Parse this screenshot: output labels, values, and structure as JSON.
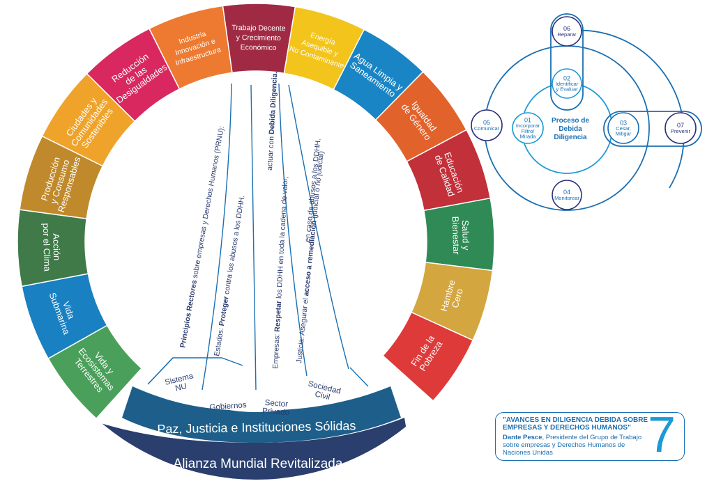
{
  "ods_wheel": {
    "segments": [
      {
        "lines": [
          "Trabajo Decente",
          "y Crecimiento",
          "Económico"
        ],
        "color": "#a02a44"
      },
      {
        "lines": [
          "Energía",
          "Asequible y",
          "No Contaminante"
        ],
        "color": "#f2c41c"
      },
      {
        "lines": [
          "Agua Limpia y",
          "Saneamiento"
        ],
        "color": "#1a85c5"
      },
      {
        "lines": [
          "Igualdad",
          "de Género"
        ],
        "color": "#e2622c"
      },
      {
        "lines": [
          "Educación",
          "de Calidad"
        ],
        "color": "#c2303a"
      },
      {
        "lines": [
          "Salud y",
          "Bienestar"
        ],
        "color": "#2f8a56"
      },
      {
        "lines": [
          "Hambre",
          "Cero"
        ],
        "color": "#d4a640"
      },
      {
        "lines": [
          "Fin de la",
          "Pobreza"
        ],
        "color": "#de3a3a"
      },
      {
        "lines": [
          "Vida y",
          "Ecosistemas",
          "Terrestres"
        ],
        "color": "#4aa05a"
      },
      {
        "lines": [
          "Vida",
          "Submarina"
        ],
        "color": "#1980c2"
      },
      {
        "lines": [
          "Acción",
          "por el Clima"
        ],
        "color": "#3f7a48"
      },
      {
        "lines": [
          "Producción",
          "y Consumo",
          "Responsables"
        ],
        "color": "#c08a2c"
      },
      {
        "lines": [
          "Ciudades y",
          "Comunidades",
          "Sostenibles"
        ],
        "color": "#f0a32a"
      },
      {
        "lines": [
          "Reducción",
          "de las",
          "Desigualdades"
        ],
        "color": "#d8285f"
      },
      {
        "lines": [
          "Industria",
          "Innovación e",
          "Infraestructura"
        ],
        "color": "#ed7a30"
      }
    ],
    "band_paz": {
      "label": "Paz, Justicia e Instituciones Sólidas",
      "color": "#1d5f8a"
    },
    "band_alianza": {
      "label": "Alianza Mundial Revitalizada",
      "color": "#2a3f6e"
    }
  },
  "inner": {
    "line1": {
      "bold": "Principios Rectores",
      "rest": " sobre empresas y Derechos Humanos (PRNU):"
    },
    "line2": {
      "pre": "Estados: ",
      "bold": "Proteger",
      "rest": " contra los abusos a los DDHH."
    },
    "line3a": {
      "pre": "actuar con ",
      "bold": "Debida Diligencia."
    },
    "line3b": {
      "pre": "Empresas: ",
      "bold": "Respetar",
      "rest": " los DDHH en toda la cadena de valor;"
    },
    "line4a": {
      "pre": "Justicia: Asegurar el ",
      "bold": "acceso a remediación",
      "rest": " (judicial o no judicial)"
    },
    "line4b": {
      "text": "en caso de abusos a los DDHH."
    },
    "actors": [
      {
        "lines": [
          "Sistema",
          "NU"
        ]
      },
      {
        "lines": [
          "Gobiernos"
        ]
      },
      {
        "lines": [
          "Sector",
          "Privado"
        ]
      },
      {
        "lines": [
          "Sociedad",
          "Civil"
        ]
      }
    ]
  },
  "due_diligence": {
    "center": [
      "Proceso de",
      "Debida",
      "Diligencia"
    ],
    "steps": [
      {
        "num": "01",
        "lines": [
          "Incorporar",
          "Filtro/",
          "Mirada"
        ]
      },
      {
        "num": "02",
        "lines": [
          "Identificar",
          "y Evaluar"
        ]
      },
      {
        "num": "03",
        "lines": [
          "Cesar,",
          "Mitigar"
        ]
      },
      {
        "num": "04",
        "lines": [
          "Monitorear"
        ]
      },
      {
        "num": "05",
        "lines": [
          "Comunicar"
        ]
      },
      {
        "num": "06",
        "lines": [
          "Reparar"
        ]
      },
      {
        "num": "07",
        "lines": [
          "Prevenir"
        ]
      }
    ],
    "colors": {
      "blue": "#1a6fb2",
      "light": "#1c9ad6",
      "dark": "#2a2f7a"
    }
  },
  "info": {
    "title": "\"AVANCES EN DILIGENCIA DEBIDA SOBRE EMPRESAS Y DERECHOS HUMANOS\"",
    "author": "Dante Pesce",
    "role": ", Presidente del Grupo de Trabajo sobre empresas y Derechos Humanos de Naciones Unidas",
    "number": "7"
  }
}
